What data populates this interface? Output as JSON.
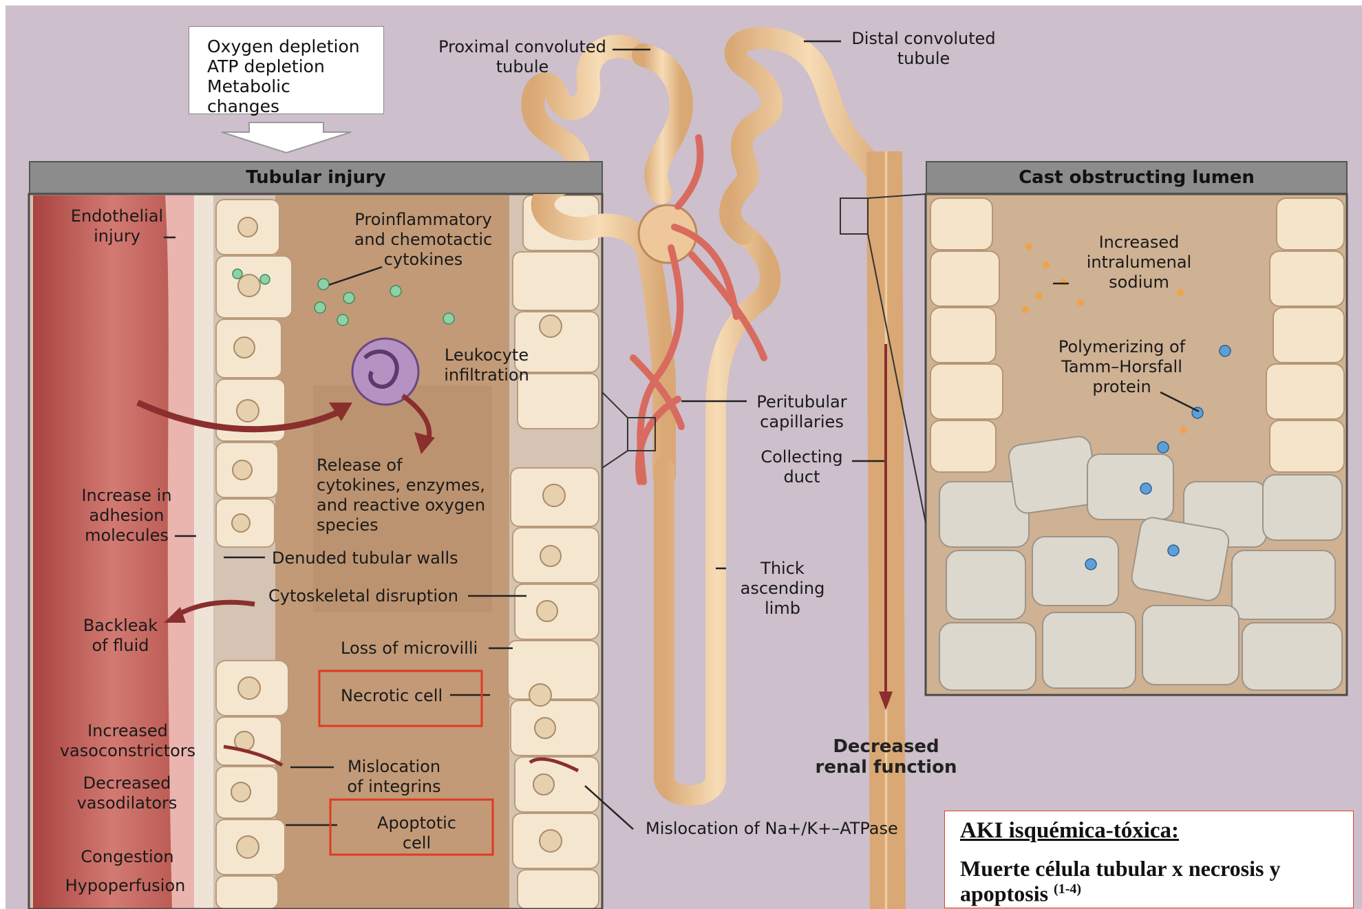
{
  "top_box": {
    "lines": "Oxygen depletion\nATP depletion\nMetabolic changes"
  },
  "panels": {
    "tubular_injury": "Tubular injury",
    "cast": "Cast obstructing lumen"
  },
  "labels": {
    "proximal": "Proximal convoluted\ntubule",
    "distal": "Distal convoluted\ntubule",
    "endothelial": "Endothelial\ninjury",
    "cytokines": "Proinflammatory\nand chemotactic\ncytokines",
    "leukocyte": "Leukocyte\ninfiltration",
    "release": "Release of\ncytokines, enzymes,\nand reactive oxygen\nspecies",
    "adhesion": "Increase in\nadhesion\nmolecules",
    "denuded": "Denuded tubular walls",
    "cytoskeletal": "Cytoskeletal disruption",
    "backleak": "Backleak\nof fluid",
    "microvilli": "Loss of microvilli",
    "necrotic": "Necrotic cell",
    "vasoconstrictors": "Increased\nvasoconstrictors",
    "vasodilators": "Decreased\nvasodilators",
    "integrins": "Mislocation\nof integrins",
    "apoptotic": "Apoptotic\ncell",
    "congestion": "Congestion",
    "hypoperfusion": "Hypoperfusion",
    "peritubular": "Peritubular\ncapillaries",
    "collecting": "Collecting\nduct",
    "thick": "Thick\nascending\nlimb",
    "natpase": "Mislocation of Na+/K+–ATPase",
    "decreased_renal": "Decreased\nrenal function",
    "sodium": "Increased\nintralumenal\nsodium",
    "tamm": "Polymerizing of\nTamm–Horsfall\nprotein"
  },
  "caption": {
    "title": "AKI isquémica-tóxica:",
    "body": "Muerte célula tubular x necrosis y apoptosis",
    "ref": "(1-4)"
  },
  "colors": {
    "background": "#cdbfcb",
    "vessel": "#c25d57",
    "tubule": "#ecc99f",
    "lumen": "#c8a07c",
    "highlight": "#e03a22"
  }
}
